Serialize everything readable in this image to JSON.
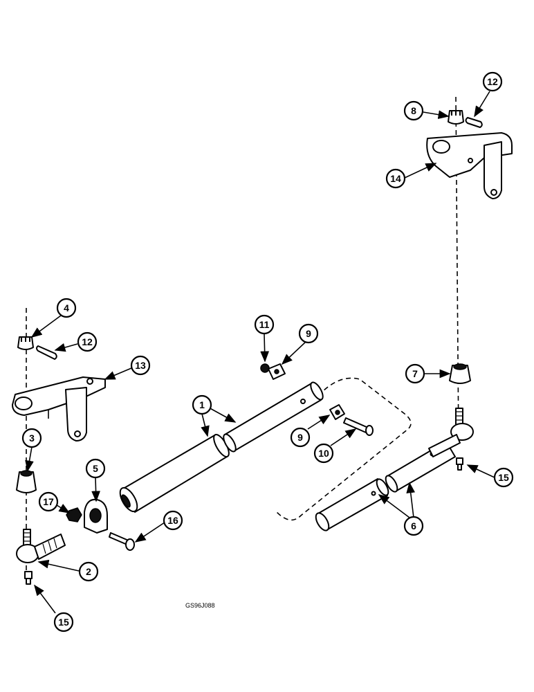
{
  "figure_code": "GS96J088",
  "callouts": {
    "c1": "1",
    "c2": "2",
    "c3": "3",
    "c4": "4",
    "c5": "5",
    "c6": "6",
    "c7": "7",
    "c8": "8",
    "c9a": "9",
    "c9b": "9",
    "c10": "10",
    "c11": "11",
    "c12a": "12",
    "c12b": "12",
    "c13": "13",
    "c14": "14",
    "c15a": "15",
    "c15b": "15",
    "c16": "16",
    "c17": "17"
  },
  "colors": {
    "ink": "#000000",
    "paper": "#ffffff"
  }
}
